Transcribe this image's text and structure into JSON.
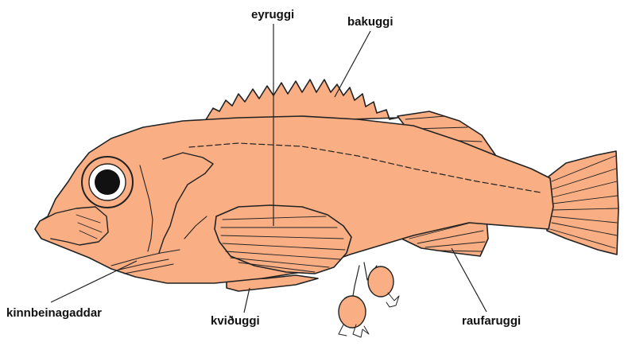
{
  "colors": {
    "body": "#F9AE84",
    "outline": "#222222",
    "eye_white": "#FFFFFF",
    "pupil": "#111111",
    "text": "#111111"
  },
  "labels": {
    "eyruggi": "eyruggi",
    "bakuggi": "bakuggi",
    "kinnbeinagaddar": "kinnbeinagaddar",
    "kviduggi": "kviðuggi",
    "raufaruggi": "raufaruggi"
  }
}
